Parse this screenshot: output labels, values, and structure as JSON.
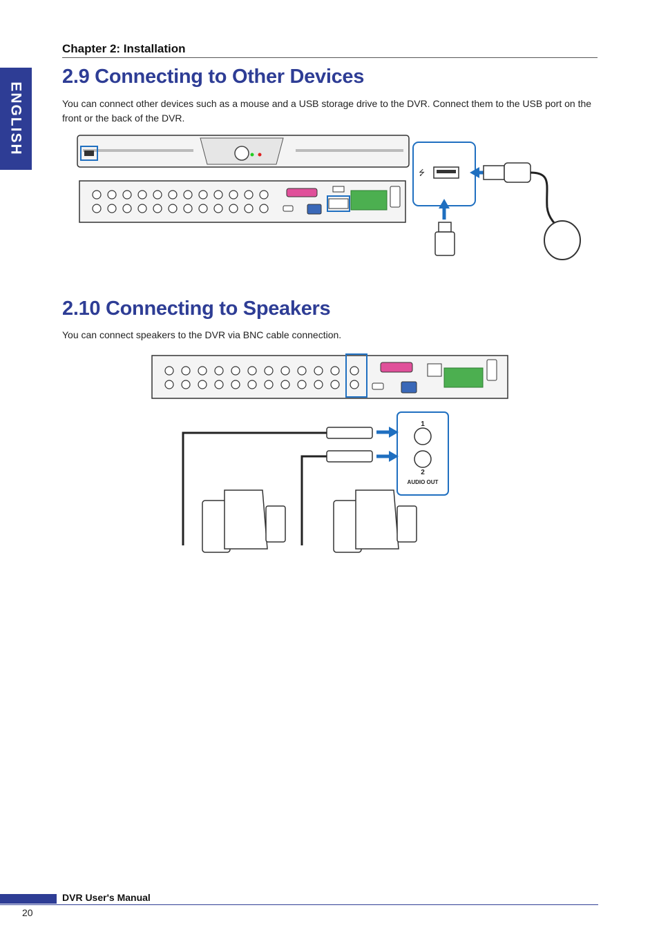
{
  "side_tab": "ENGLISH",
  "chapter": "Chapter 2: Installation",
  "section1": {
    "title": "2.9 Connecting to Other Devices",
    "body": "You can connect other devices such as a mouse and a USB storage drive to the DVR. Connect them to the USB port on the front or the back of the DVR."
  },
  "section2": {
    "title": "2.10 Connecting to Speakers",
    "body": "You can connect speakers to the DVR via BNC cable connection."
  },
  "figure2": {
    "port_1": "1",
    "port_2": "2",
    "audio_out": "AUDIO OUT"
  },
  "footer": {
    "manual_title": "DVR User's Manual",
    "page_number": "20"
  },
  "colors": {
    "brand_blue": "#2e3d95",
    "callout_blue": "#1f6fc0"
  }
}
